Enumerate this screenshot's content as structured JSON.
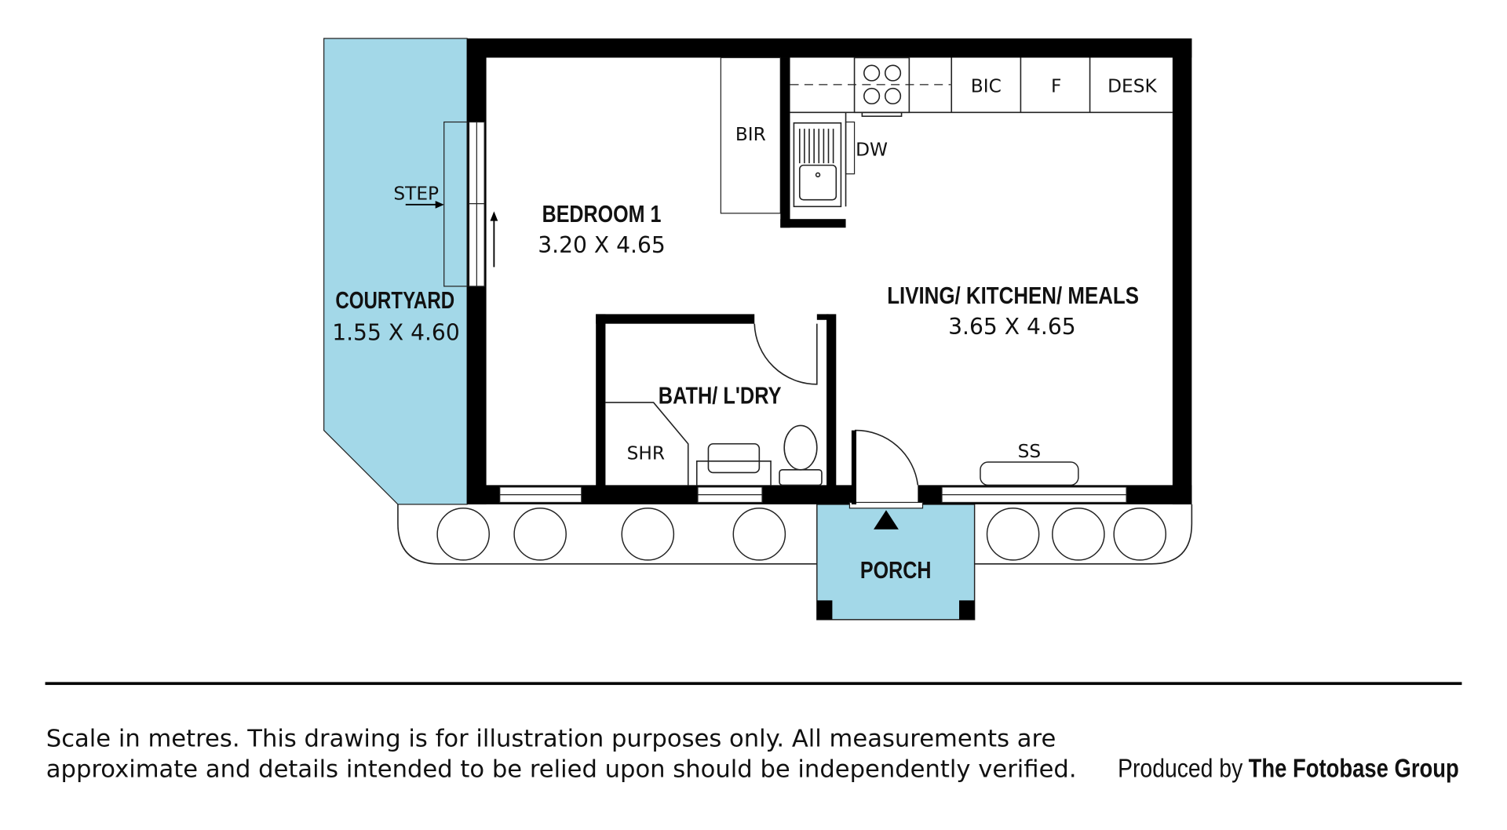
{
  "colors": {
    "outdoor": "#a3d8e8",
    "wall": "#000000"
  },
  "rooms": {
    "bedroom": {
      "name": "BEDROOM 1",
      "size": "3.20 X 4.65"
    },
    "living": {
      "name": "LIVING/ KITCHEN/ MEALS",
      "size": "3.65 X 4.65"
    },
    "bath": {
      "name": "BATH/ L'DRY"
    },
    "courtyard": {
      "name": "COURTYARD",
      "size": "1.55 X 4.60"
    },
    "porch": {
      "name": "PORCH"
    }
  },
  "fixtures": {
    "bir": "BIR",
    "dw": "DW",
    "bic": "BIC",
    "fridge": "F",
    "desk": "DESK",
    "step": "STEP",
    "shower": "SHR",
    "ss": "SS"
  },
  "footer": {
    "disclaimer_line1": "Scale in metres. This drawing is for illustration purposes only. All measurements are",
    "disclaimer_line2": "approximate and details intended to be relied upon should be independently verified.",
    "produced_by": "Produced by",
    "company": "The Fotobase Group"
  }
}
